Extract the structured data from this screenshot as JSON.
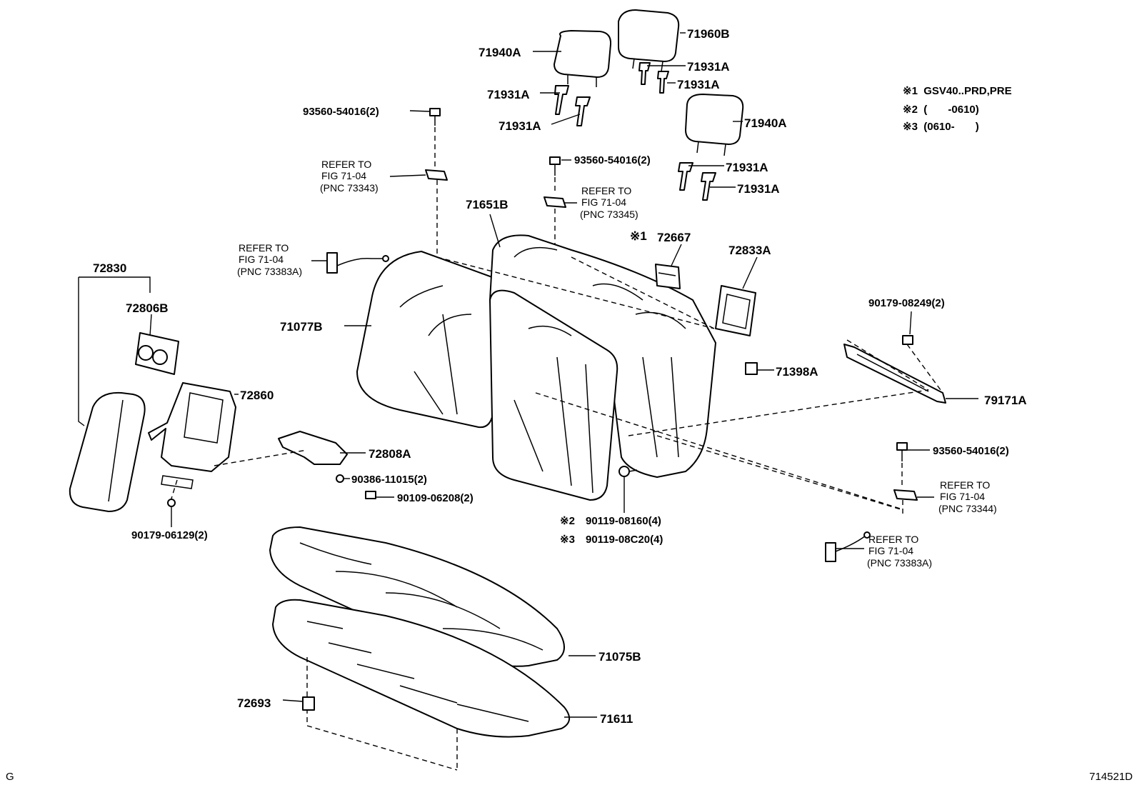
{
  "parts": {
    "p71940A_top": "71940A",
    "p71960B": "71960B",
    "p71931A_a": "71931A",
    "p71931A_b": "71931A",
    "p71931A_c": "71931A",
    "p71931A_d": "71931A",
    "p71940A_right": "71940A",
    "p71931A_e": "71931A",
    "p71931A_f": "71931A",
    "p93560_top": "93560-54016(2)",
    "p93560_mid": "93560-54016(2)",
    "p93560_right": "93560-54016(2)",
    "p71651B": "71651B",
    "p72667": "72667",
    "p72833A": "72833A",
    "p72830": "72830",
    "p72806B": "72806B",
    "p71077B": "71077B",
    "p90179_08249": "90179-08249(2)",
    "p71398A": "71398A",
    "p79171A": "79171A",
    "p72860": "72860",
    "p72808A": "72808A",
    "p90386": "90386-11015(2)",
    "p90109": "90109-06208(2)",
    "p90179_06129": "90179-06129(2)",
    "p90119_08160": "90119-08160(4)",
    "p90119_08C20": "90119-08C20(4)",
    "p71075B": "71075B",
    "p72693": "72693",
    "p71611": "71611"
  },
  "marks": {
    "m1": "※1",
    "m2": "※2",
    "m3": "※3"
  },
  "refs": {
    "r73343": {
      "l1": "REFER TO",
      "l2": "FIG 71-04",
      "l3": "(PNC 73343)"
    },
    "r73345": {
      "l1": "REFER TO",
      "l2": "FIG 71-04",
      "l3": "(PNC 73345)"
    },
    "r73383A_left": {
      "l1": "REFER TO",
      "l2": "FIG 71-04",
      "l3": "(PNC 73383A)"
    },
    "r73344": {
      "l1": "REFER TO",
      "l2": "FIG 71-04",
      "l3": "(PNC 73344)"
    },
    "r73383A_right": {
      "l1": "REFER TO",
      "l2": "FIG 71-04",
      "l3": "(PNC 73383A)"
    }
  },
  "notes": {
    "n1": "※1  GSV40..PRD,PRE",
    "n2": "※2  (       -0610)",
    "n3": "※3  (0610-       )"
  },
  "corner": {
    "left": "G",
    "right": "714521D"
  }
}
